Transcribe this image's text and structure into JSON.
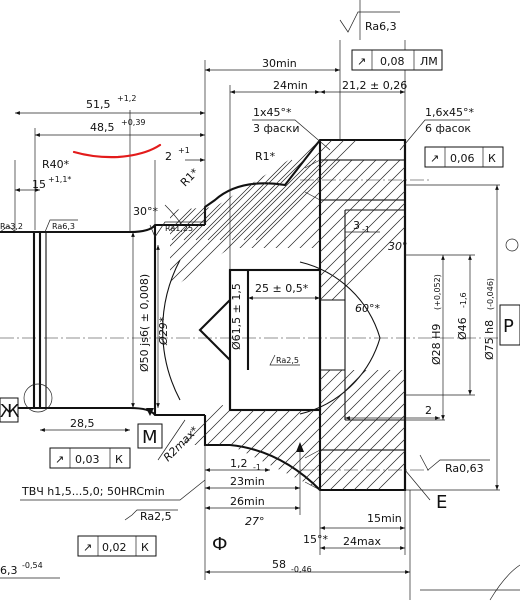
{
  "dims": {
    "d51_5": "51,5",
    "d51_5_tol": "+1,2",
    "d48_5": "48,5",
    "d48_5_tol": "+0,39",
    "r40": "R40*",
    "d15": "15",
    "d15_tol": "+1,1*",
    "d2": "2",
    "d2_tol": "+1",
    "r1_left": "R1*",
    "a30_left": "30°*",
    "d28_5": "28,5",
    "d30min": "30min",
    "d24min": "24min",
    "d21_2": "21,2 ± 0,26",
    "ch1": "1х45°*",
    "ch1_note": "3 фаски",
    "ch2": "1,6х45°*",
    "ch2_note": "6 фасок",
    "r1_top": "R1*",
    "d3": "3",
    "d3_tol": "-1",
    "a30_right": "30°",
    "a60": "60°*",
    "d25": "25 ± 0,5*",
    "d61_5": "Ø61,5 ± 1,5",
    "d50": "Ø50 js6( ± 0,008)",
    "d29": "Ø29*",
    "d28h9": "Ø28 H9",
    "d28h9_tol": "(+0,052)",
    "d46": "Ø46",
    "d46_tol": "-1,6",
    "d75": "Ø75 h8",
    "d75_tol": "(-0,046)",
    "d2_right": "2",
    "d1_2": "1,2",
    "d1_2_tol": "-1",
    "d23min": "23min",
    "d26min": "26min",
    "a27": "27°",
    "a15": "15°*",
    "d15min": "15min",
    "d24max": "24max",
    "d58": "58",
    "d58_tol": "-0,46",
    "d_left_bottom": "6,3",
    "d_left_bottom_tol": "-0,54",
    "r2max": "R2max*"
  },
  "roughness": {
    "top": "Ra6,3",
    "left_outer": "Ra3,2",
    "left_inner": "Ra6,3",
    "left_face": "Ra1,25",
    "bore": "Ra2,5",
    "right": "Ra0,63",
    "bottom": "Ra2,5"
  },
  "gtol": {
    "top_symbol": "↗",
    "top_value": "0,08",
    "top_datum": "ЛМ",
    "right_symbol": "↗",
    "right_value": "0,06",
    "right_datum": "К",
    "left_symbol": "↗",
    "left_value": "0,03",
    "left_datum": "К",
    "bottom_symbol": "↗",
    "bottom_value": "0,02",
    "bottom_datum": "К"
  },
  "notes": {
    "heat_treatment": "ТВЧ h1,5...5,0; 50HRCmin"
  },
  "labels": {
    "datum_m": "М",
    "datum_zh": "Ж",
    "datum_e": "Е",
    "datum_f": "Ф",
    "cut_right": "Р"
  }
}
